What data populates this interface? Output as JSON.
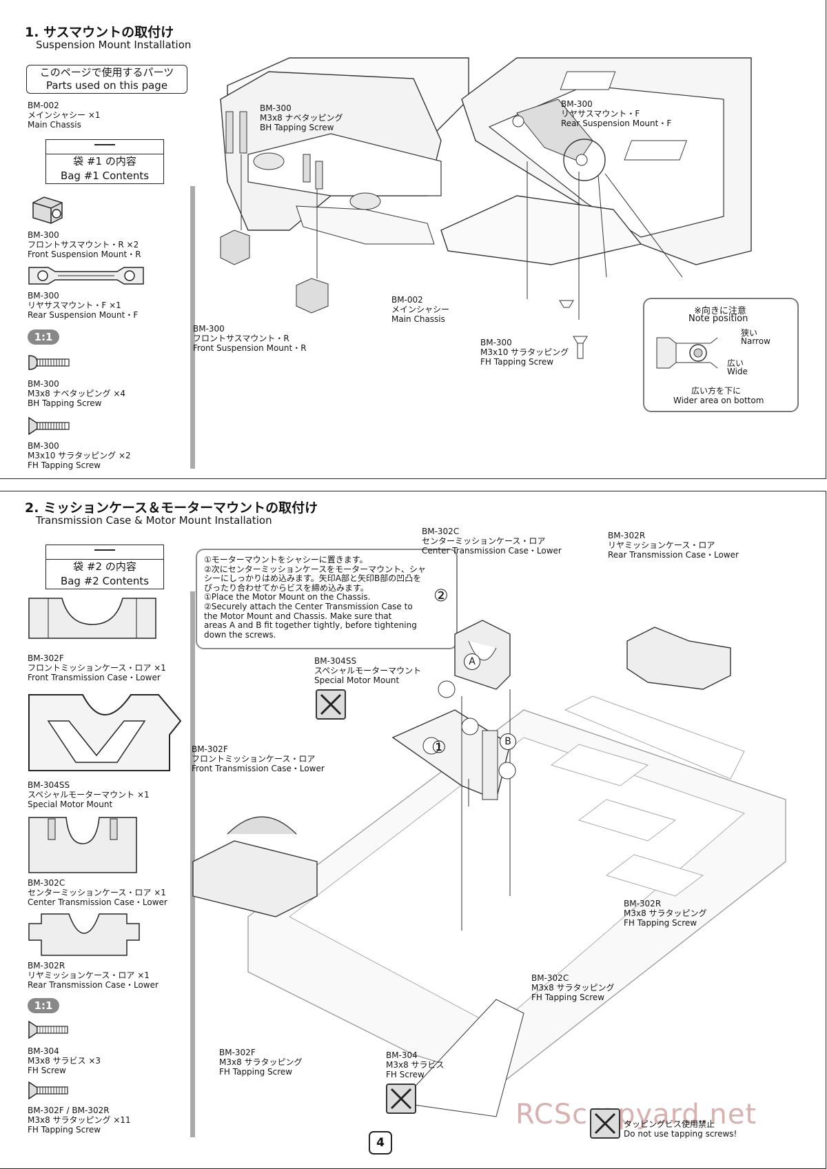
{
  "section1": {
    "title_jp": "1. サスマウントの取付け",
    "title_en": "Suspension Mount Installation",
    "parts_box": {
      "jp": "このページで使用するパーツ",
      "en": "Parts used on this page"
    },
    "main_chassis": {
      "code": "BM-002",
      "jp": "メインシャシー ×1",
      "en": "Main Chassis"
    },
    "bag": {
      "jp": "袋 #1 の内容",
      "en": "Bag #1 Contents"
    },
    "parts": [
      {
        "code": "BM-300",
        "jp": "フロントサスマウント・R ×2",
        "en": "Front Suspension Mount・R"
      },
      {
        "code": "BM-300",
        "jp": "リヤサスマウント・F ×1",
        "en": "Rear Suspension Mount・F"
      },
      {
        "code": "BM-300",
        "jp": "M3x8 ナベタッピング ×4",
        "en": "BH Tapping Screw"
      },
      {
        "code": "BM-300",
        "jp": "M3x10 サラタッピング ×2",
        "en": "FH Tapping Screw"
      }
    ],
    "ratio": "1:1",
    "callouts": {
      "bh_screw": {
        "code": "BM-300",
        "jp": "M3x8 ナベタッピング",
        "en": "BH Tapping Screw"
      },
      "front_mount": {
        "code": "BM-300",
        "jp": "フロントサスマウント・R",
        "en": "Front Suspension Mount・R"
      },
      "rear_mount": {
        "code": "BM-300",
        "jp": "リヤサスマウント・F",
        "en": "Rear Suspension Mount・F"
      },
      "main_chassis": {
        "code": "BM-002",
        "jp": "メインシャシー",
        "en": "Main Chassis"
      },
      "fh_screw": {
        "code": "BM-300",
        "jp": "M3x10 サラタッピング",
        "en": "FH Tapping Screw"
      }
    },
    "note": {
      "title_jp": "※向きに注意",
      "title_en": "Note position",
      "narrow_jp": "狭い",
      "narrow_en": "Narrow",
      "wide_jp": "広い",
      "wide_en": "Wide",
      "bottom_jp": "広い方を下に",
      "bottom_en": "Wider area on bottom"
    }
  },
  "section2": {
    "title_jp": "2. ミッションケース＆モーターマウントの取付け",
    "title_en": "Transmission Case & Motor Mount Installation",
    "bag": {
      "jp": "袋 #2 の内容",
      "en": "Bag #2 Contents"
    },
    "parts": [
      {
        "code": "BM-302F",
        "jp": "フロントミッションケース・ロア ×1",
        "en": "Front Transmission Case・Lower"
      },
      {
        "code": "BM-304SS",
        "jp": "スペシャルモーターマウント ×1",
        "en": "Special Motor Mount"
      },
      {
        "code": "BM-302C",
        "jp": "センターミッションケース・ロア ×1",
        "en": "Center Transmission Case・Lower"
      },
      {
        "code": "BM-302R",
        "jp": "リヤミッションケース・ロア ×1",
        "en": "Rear Transmission Case・Lower"
      },
      {
        "code": "BM-304",
        "jp": "M3x8 サラビス ×3",
        "en": "FH Screw"
      },
      {
        "code": "BM-302F / BM-302R",
        "jp": "M3x8 サラタッピング ×11",
        "en": "FH Tapping Screw"
      }
    ],
    "ratio": "1:1",
    "instructions": {
      "jp1": "①モーターマウントをシャシーに置きます。",
      "jp2": "②次にセンターミッションケースをモーターマウント、シャ",
      "jp3": "シーにしっかりはめ込みます。矢印A部と矢印B部の凹凸を",
      "jp4": "ぴったり合わせてからビスを締め込みます。",
      "en1": "①Place the Motor Mount on the Chassis.",
      "en2": "②Securely attach the Center Transmission Case to",
      "en3": "the Motor Mount and Chassis. Make sure that",
      "en4": "areas A and B fit together tightly, before tightening",
      "en5": "down the screws."
    },
    "callouts": {
      "center_case": {
        "code": "BM-302C",
        "jp": "センターミッションケース・ロア",
        "en": "Center Transmission Case・Lower"
      },
      "rear_case": {
        "code": "BM-302R",
        "jp": "リヤミッションケース・ロア",
        "en": "Rear Transmission Case・Lower"
      },
      "motor_mount": {
        "code": "BM-304SS",
        "jp": "スペシャルモーターマウント",
        "en": "Special Motor Mount"
      },
      "front_case": {
        "code": "BM-302F",
        "jp": "フロントミッションケース・ロア",
        "en": "Front Transmission Case・Lower"
      },
      "rear_screw": {
        "code": "BM-302R",
        "jp": "M3x8 サラタッピング",
        "en": "FH Tapping Screw"
      },
      "center_screw": {
        "code": "BM-302C",
        "jp": "M3x8 サラタッピング",
        "en": "FH Tapping Screw"
      },
      "front_screw": {
        "code": "BM-302F",
        "jp": "M3x8 サラタッピング",
        "en": "FH Tapping Screw"
      },
      "fh_screw": {
        "code": "BM-304",
        "jp": "M3x8 サラビス",
        "en": "FH Screw"
      }
    },
    "markers": {
      "a": "A",
      "b": "B",
      "one": "①",
      "two": "②"
    },
    "warning": {
      "jp": "タッピングビス使用禁止",
      "en": "Do not use tapping screws!"
    }
  },
  "page_number": "4",
  "watermark": "RCScrapyard.net"
}
